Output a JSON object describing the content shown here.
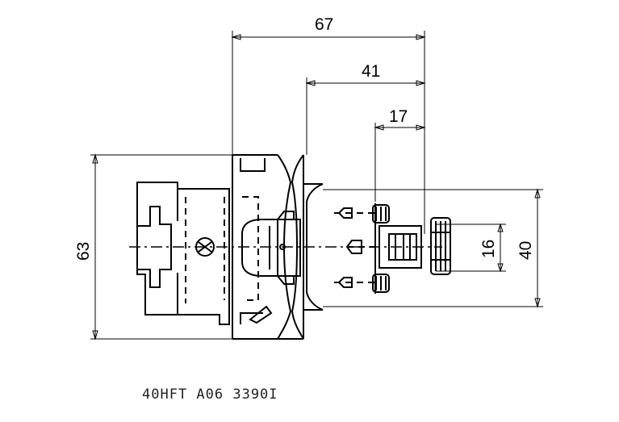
{
  "dimensions": {
    "d67": "67",
    "d41": "41",
    "d17": "17",
    "d63": "63",
    "d16": "16",
    "d40": "40"
  },
  "caption": "40HFT A06 3390I"
}
